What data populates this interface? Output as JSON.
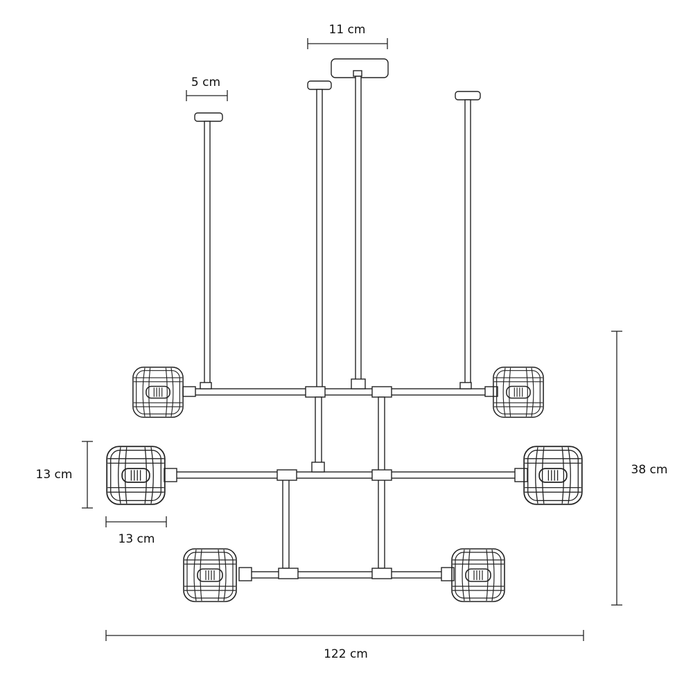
{
  "dimensions": {
    "canopy_width": "11 cm",
    "small_canopy_width": "5 cm",
    "shade_height": "13 cm",
    "shade_width": "13 cm",
    "overall_height": "38 cm",
    "overall_width": "122 cm"
  },
  "colors": {
    "line": "#222222",
    "background": "#ffffff"
  }
}
